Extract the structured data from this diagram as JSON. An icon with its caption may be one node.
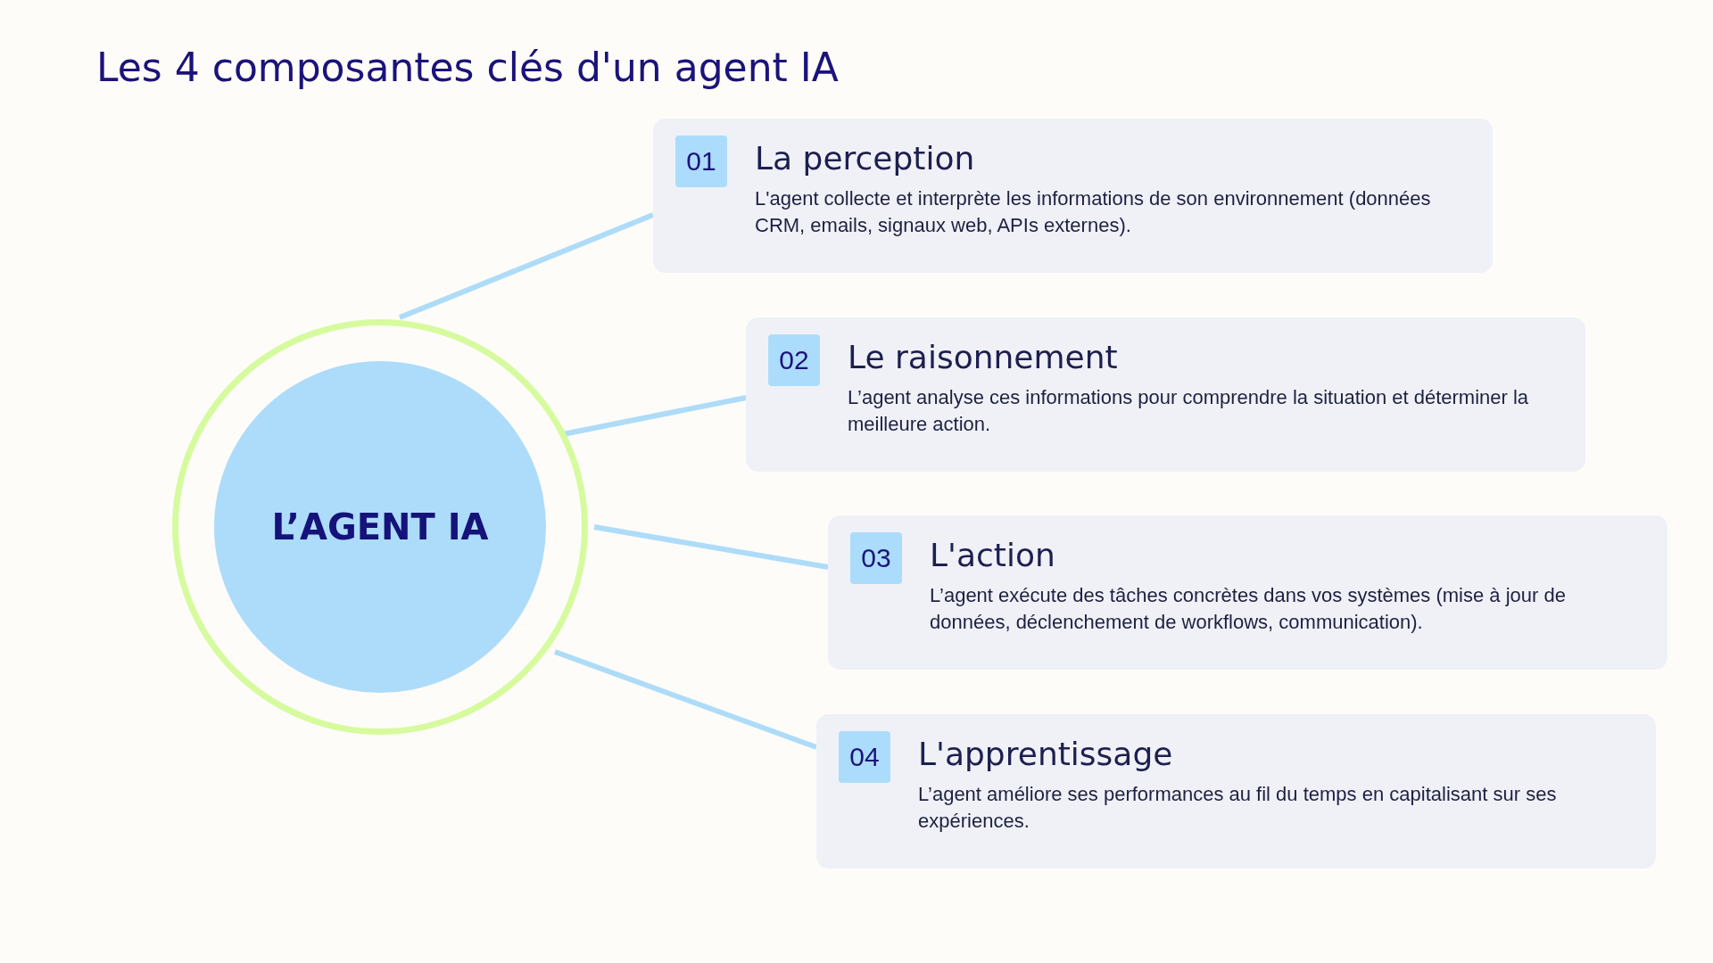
{
  "diagram": {
    "title": "Les 4 composantes clés d'un agent IA",
    "nodes": [
      {
        "text": [
          "L’AGENT IA"
        ]
      },
      {
        "text": [
          "01",
          "La perception",
          "L'agent collecte et interprète les informations de son environnement (données CRM, emails, signaux web, APIs externes)."
        ]
      },
      {
        "text": [
          "02",
          "Le raisonnement",
          "L’agent analyse ces informations pour comprendre la situation et déterminer la meilleure action."
        ]
      },
      {
        "text": [
          "03",
          "L'action",
          "L’agent exécute des tâches concrètes dans vos systèmes (mise à jour de données, déclenchement de workflows, communication)."
        ]
      },
      {
        "text": [
          "04",
          "L'apprentissage",
          "L’agent améliore ses performances au fil du temps en capitalisant sur ses expériences."
        ]
      }
    ],
    "edges": [
      {
        "from": 0,
        "to": 1,
        "arrow": "none"
      },
      {
        "from": 0,
        "to": 2,
        "arrow": "none"
      },
      {
        "from": 0,
        "to": 3,
        "arrow": "none"
      },
      {
        "from": 0,
        "to": 4,
        "arrow": "none"
      }
    ]
  }
}
